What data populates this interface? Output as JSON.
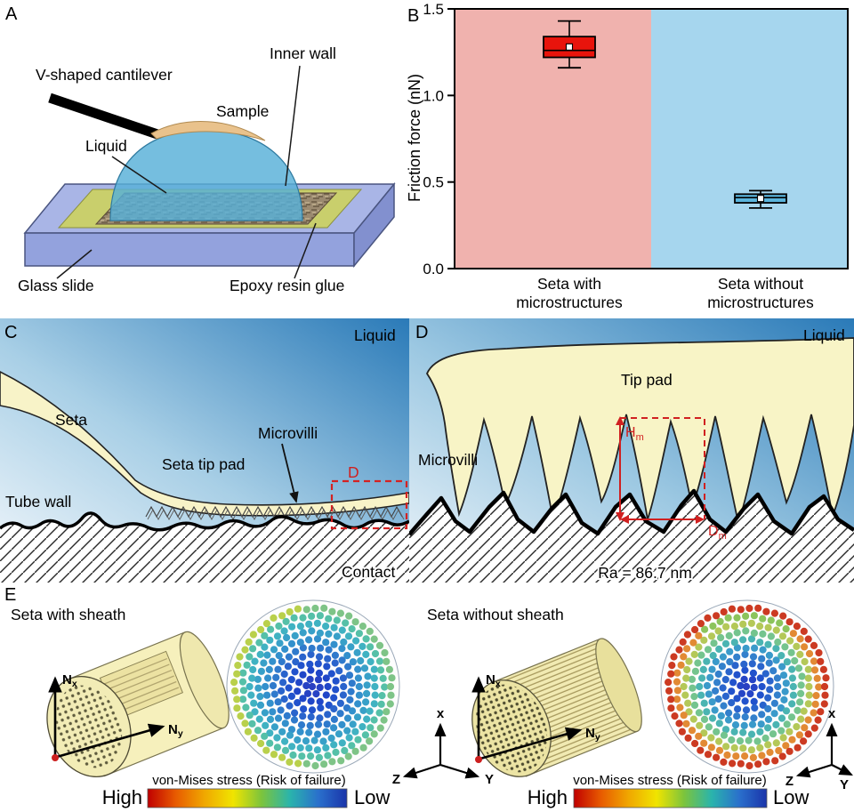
{
  "figure": {
    "panel_a": {
      "label": "A",
      "cantilever_label": "V-shaped cantilever",
      "inner_wall_label": "Inner wall",
      "sample_label": "Sample",
      "liquid_label": "Liquid",
      "glass_slide_label": "Glass slide",
      "epoxy_label": "Epoxy resin glue"
    },
    "panel_b": {
      "label": "B"
    },
    "panel_c": {
      "label": "C",
      "liquid": "Liquid",
      "seta": "Seta",
      "seta_tip_pad": "Seta tip pad",
      "microvilli": "Microvilli",
      "tube_wall": "Tube wall",
      "contact": "Contact",
      "inset_label": "D"
    },
    "panel_d": {
      "label": "D",
      "liquid": "Liquid",
      "tip_pad": "Tip pad",
      "microvilli": "Microvilli",
      "hm": {
        "base": "H",
        "sub": "m"
      },
      "dm": {
        "base": "D",
        "sub": "m"
      },
      "roughness": "Ra = 86.7 nm"
    },
    "panel_e": {
      "label": "E",
      "with_sheath": "Seta with sheath",
      "without_sheath": "Seta without sheath",
      "nx": {
        "base": "N",
        "sub": "x"
      },
      "ny": {
        "base": "N",
        "sub": "y"
      },
      "axes3d": {
        "up": "x",
        "right": "Y",
        "left": "Z"
      },
      "stress_caption": "von-Mises stress (Risk of failure)",
      "high": "High",
      "low": "Low",
      "colorbar": [
        "#c00000",
        "#e85c00",
        "#f0a800",
        "#f0e400",
        "#7cc43c",
        "#2ab4ac",
        "#2a70cc",
        "#1a34aa"
      ],
      "cross_sections": [
        {
          "name": "with-sheath",
          "ring_colors": [
            "#2b40c2",
            "#2742c4",
            "#2046c8",
            "#2152cc",
            "#2a64cc",
            "#2f7acc",
            "#3390cc",
            "#38a0c8",
            "#40b2c2",
            "#55c0a8",
            "#7ec487"
          ],
          "accent": {
            "ring": 10,
            "from": 95,
            "to": 265,
            "color": "#b9d04b"
          }
        },
        {
          "name": "without-sheath",
          "ring_colors": [
            "#2b40c2",
            "#2545c6",
            "#2152cc",
            "#2a64cc",
            "#3380cc",
            "#3a9aca",
            "#4ab4b2",
            "#74c48e",
            "#b4c858",
            "#e28a34",
            "#cc3a22"
          ],
          "accent": {
            "ring": 9,
            "from": 230,
            "to": 310,
            "color": "#8cc45c"
          }
        }
      ]
    }
  },
  "chart_data": {
    "type": "box",
    "title": "",
    "xlabel": "",
    "ylabel": "Friction force (nN)",
    "ylim": [
      0,
      1.5
    ],
    "yticks": [
      0,
      0.5,
      1,
      1.5
    ],
    "grid": false,
    "categories": [
      "Seta with\nmicrostructures",
      "Seta without\nmicrostructures"
    ],
    "series": [
      {
        "name": "Seta with microstructures",
        "whisker_low": 1.16,
        "q1": 1.22,
        "median": 1.26,
        "q3": 1.34,
        "whisker_high": 1.43,
        "mean": 1.28,
        "box_color": "#e8140c",
        "bg_color": "#f0b2ae"
      },
      {
        "name": "Seta without microstructures",
        "whisker_low": 0.35,
        "q1": 0.38,
        "median": 0.41,
        "q3": 0.43,
        "whisker_high": 0.45,
        "mean": 0.405,
        "box_color": "#5ab4dc",
        "bg_color": "#a6d6ee"
      }
    ]
  }
}
